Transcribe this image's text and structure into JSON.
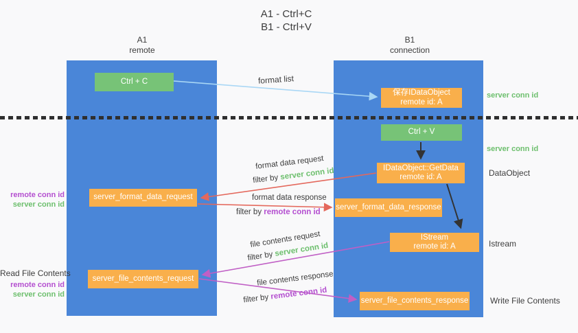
{
  "title": {
    "line1": "A1 - Ctrl+C",
    "line2": "B1 - Ctrl+V"
  },
  "lanes": {
    "a1": {
      "name": "A1",
      "subtitle": "remote"
    },
    "b1": {
      "name": "B1",
      "subtitle": "connection"
    }
  },
  "nodes": {
    "ctrl_c": "Ctrl + C",
    "ctrl_v": "Ctrl + V",
    "save_idataobject": {
      "line1": "保存IDataObject",
      "line2": "remote id: A"
    },
    "getdata": {
      "line1": "IDataObject::GetData",
      "line2": "remote id: A"
    },
    "istream": {
      "line1": "IStream",
      "line2": "remote id: A"
    },
    "server_format_data_request": "server_format_data_request",
    "server_format_data_response": "server_format_data_response",
    "server_file_contents_request": "server_file_contents_request",
    "server_file_contents_response": "server_file_contents_response"
  },
  "arrow_labels": {
    "format_list": "format list",
    "format_data_request": {
      "line1": "format data request",
      "filter_prefix": "filter by ",
      "filter_key": "server conn id"
    },
    "format_data_response": {
      "line1": "format data response",
      "filter_prefix": "filter by ",
      "filter_key": "remote conn id"
    },
    "file_contents_request": {
      "line1": "file contents request",
      "filter_prefix": "filter by ",
      "filter_key": "server conn id"
    },
    "file_contents_response": {
      "line1": "file contents response",
      "filter_prefix": "filter by ",
      "filter_key": "remote conn id"
    }
  },
  "annotations": {
    "right_server_conn_id_top": "server conn id",
    "right_server_conn_id_mid": "server conn id",
    "dataobject": "DataObject",
    "istream": "Istream",
    "write_file_contents": "Write File Contents",
    "left_remote_conn_id_top": "remote conn id",
    "left_server_conn_id_top": "server conn id",
    "read_file_contents": "Read File Contents",
    "left_remote_conn_id_bottom": "remote conn id",
    "left_server_conn_id_bottom": "server conn id"
  },
  "colors": {
    "lane_blue": "#4a86d8",
    "node_green": "#77c377",
    "node_orange": "#f9af4b",
    "arrow_light_blue": "#a9d7f5",
    "arrow_red": "#e4685c",
    "arrow_magenta": "#c05fc5",
    "arrow_black": "#333333",
    "keyword_green": "#6dbf6d",
    "keyword_purple": "#b44fd0",
    "text_dark": "#3c3c3c",
    "background": "#f9f9fa"
  }
}
